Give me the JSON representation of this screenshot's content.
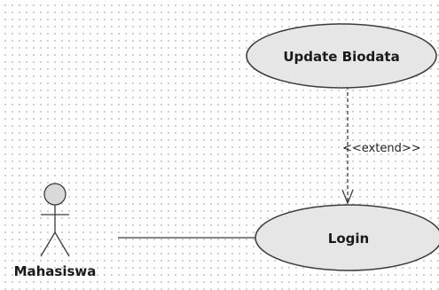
{
  "diagram": {
    "type": "use-case",
    "actor": {
      "label": "Mahasiswa"
    },
    "use_cases": [
      {
        "id": "update_biodata",
        "label": "Update Biodata"
      },
      {
        "id": "login",
        "label": "Login"
      }
    ],
    "relations": [
      {
        "type": "association",
        "from": "Mahasiswa",
        "to": "Login"
      },
      {
        "type": "extend",
        "from": "Update Biodata",
        "to": "Login",
        "label": "<<extend>>"
      }
    ],
    "colors": {
      "use_case_fill": "#e6e6e6",
      "stroke": "#3c3c3c",
      "grid_dot": "#c4c4c4",
      "actor_head_fill": "#d9d9d9"
    }
  }
}
